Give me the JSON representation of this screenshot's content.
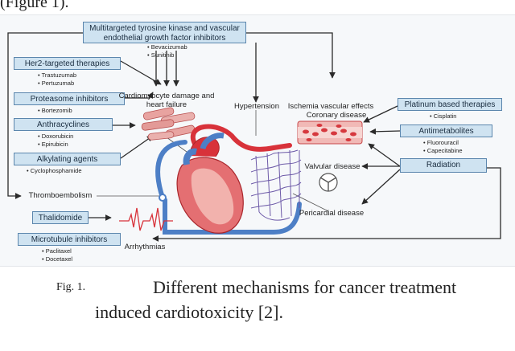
{
  "page": {
    "header_fragment": "(Figure 1)."
  },
  "boxes": {
    "tki": "Multitargeted tyrosine kinase and vascular endothelial growth factor inhibitors",
    "her2": "Her2-targeted therapies",
    "proteasome": "Proteasome inhibitors",
    "anthracyclines": "Anthracyclines",
    "alkylating": "Alkylating agents",
    "thalidomide": "Thalidomide",
    "microtubule": "Microtubule inhibitors",
    "platinum": "Platinum based therapies",
    "antimetabolites": "Antimetabolites",
    "radiation": "Radiation"
  },
  "drugs": {
    "tki": "• Bevacizumab\n• Sunitinib",
    "her2": "• Trastuzumab\n• Pertuzumab",
    "proteasome": "• Bortezomib",
    "anthracyclines": "• Doxorubicin\n• Epirubicin",
    "alkylating": "• Cyclophosphamide",
    "microtubule": "• Paclitaxel\n• Docetaxel",
    "platinum": "• Cisplatin",
    "antimetabolites": "• Fluorouracil\n• Capecitabine"
  },
  "effects": {
    "cardiomyocyte": "Cardiomyocyte damage and heart failure",
    "hypertension": "Hypertension",
    "ischemia": "Ischemia vascular effects",
    "coronary": "Coronary disease",
    "valvular": "Valvular disease",
    "thromboembolism": "Thromboembolism",
    "pericardial": "Pericardial disease",
    "arrhythmias": "Arrhythmias"
  },
  "caption": {
    "number": "Fig. 1.",
    "line1": "Different mechanisms for cancer treatment",
    "line2": "induced cardiotoxicity [2]."
  },
  "colors": {
    "box_fill": "#cfe3f1",
    "box_border": "#5b86ad",
    "heart_red": "#d8323a",
    "vessel_blue": "#4d7fc6",
    "arrow": "#2a2a2a"
  }
}
